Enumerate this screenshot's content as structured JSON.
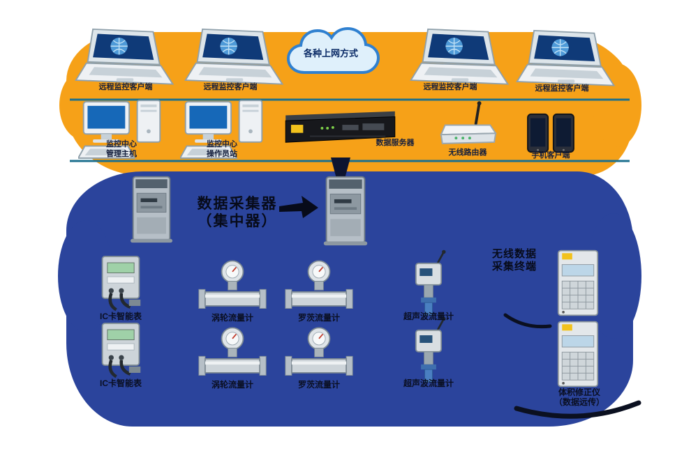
{
  "colors": {
    "internet_zone": "#F6A118",
    "field_zone": "#2B449C",
    "bus_line": "#1B6F8E",
    "cloud_fill": "#DFF0FB",
    "cloud_stroke": "#2F80D0",
    "text_dark_on_orange": "#151F3D",
    "text_dark_on_blue": "#0A0F22"
  },
  "cloud": {
    "label": "各种上网方式"
  },
  "top_clients": {
    "items": [
      {
        "label": "远程监控客户端"
      },
      {
        "label": "远程监控客户端"
      },
      {
        "label": "远程监控客户端"
      },
      {
        "label": "远程监控客户端"
      }
    ]
  },
  "control_row": {
    "workstation1": {
      "line1": "监控中心",
      "line2": "管理主机"
    },
    "workstation2": {
      "line1": "监控中心",
      "line2": "操作员站"
    },
    "server_label": "数据服务器",
    "router_label": "无线路由器",
    "phones_label": "手机客户端"
  },
  "field_section": {
    "collector_title_line1": "数据采集器",
    "collector_title_line2": "（集中器）",
    "wireless_note_line1": "无线数据",
    "wireless_note_line2": "采集终端",
    "meters_row1": [
      {
        "label": "IC卡智能表"
      },
      {
        "label": "涡轮流量计"
      },
      {
        "label": "罗茨流量计"
      },
      {
        "label": "超声波流量计"
      }
    ],
    "meters_row2": [
      {
        "label": "IC卡智能表"
      },
      {
        "label": "涡轮流量计"
      },
      {
        "label": "罗茨流量计"
      },
      {
        "label": "超声波流量计"
      }
    ],
    "corrector": {
      "line1": "体积修正仪",
      "line2": "（数据远传）"
    }
  }
}
